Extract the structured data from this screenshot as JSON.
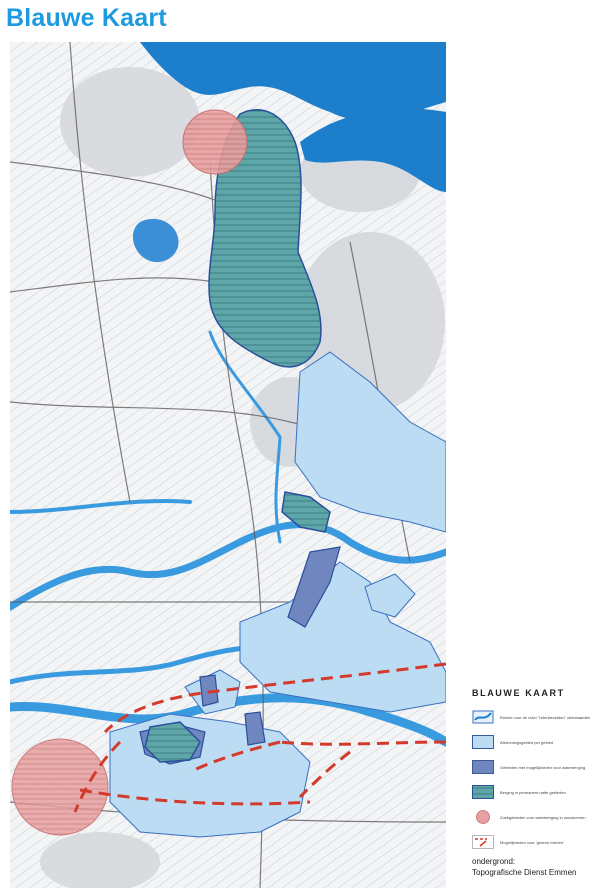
{
  "title": "Blauwe Kaart",
  "colors": {
    "title": "#1e9be0",
    "water_dark": "#1d7fcc",
    "river": "#3a9ae0",
    "light_blue": "#bcdcf3",
    "teal": "#5fa6a8",
    "dark_blue": "#6f86bf",
    "red_circle": "#e8a0a0",
    "red_dash": "#d33a2c",
    "land": "#f3f4f6",
    "roads": "#555555"
  },
  "legend": {
    "title": "BLAUWE KAART",
    "items": [
      {
        "icon": "river-bed-icon",
        "text": "Ruimte voor de rivier \"retentievelden\" uiterwaarden"
      },
      {
        "icon": "light-blue-area-icon",
        "text": "Afstromingsgebied per gebied"
      },
      {
        "icon": "dark-blue-area-icon",
        "text": "Gebieden met mogelijkheden voor waterberging"
      },
      {
        "icon": "teal-hatched-area-icon",
        "text": "Berging in permanent natte gebieden"
      },
      {
        "icon": "red-circle-icon",
        "text": "Zoekgebieden voor waterberging in woonkernen"
      },
      {
        "icon": "red-dashed-arrow-icon",
        "text": "Mogelijkheden voor 'groene rivieren'"
      }
    ]
  },
  "credit": {
    "line1": "ondergrond:",
    "line2": "Topografische Dienst Emmen"
  }
}
